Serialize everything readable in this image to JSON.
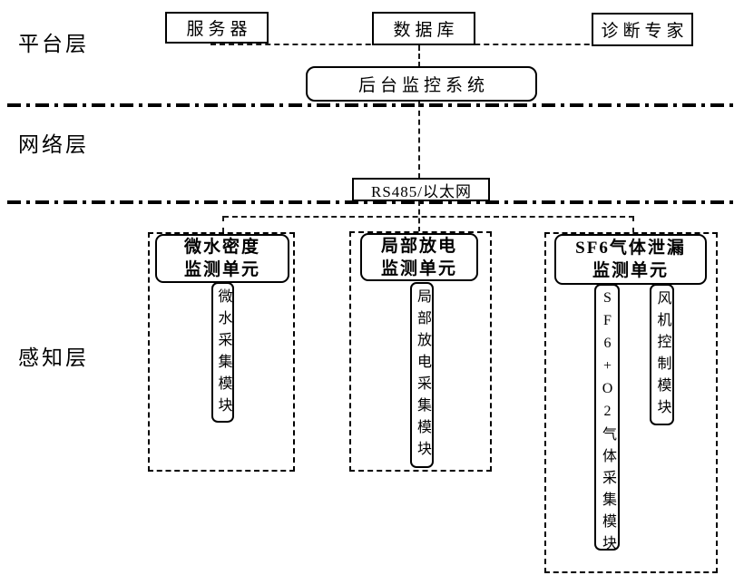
{
  "colors": {
    "ink": "#000000",
    "background": "#ffffff"
  },
  "layers": {
    "platform": {
      "label": "平台层"
    },
    "network": {
      "label": "网络层"
    },
    "perception": {
      "label": "感知层"
    }
  },
  "platform": {
    "server": "服务器",
    "database": "数据库",
    "expert": "诊断专家",
    "monitor_system": "后台监控系统"
  },
  "network": {
    "bus": "RS485/以太网"
  },
  "perception": {
    "units": [
      {
        "title_line1": "微水密度",
        "title_line2": "监测单元",
        "modules": [
          "微水采集模块"
        ]
      },
      {
        "title_line1": "局部放电",
        "title_line2": "监测单元",
        "modules": [
          "局部放电采集模块"
        ]
      },
      {
        "title_line1": "SF6气体泄漏",
        "title_line2": "监测单元",
        "modules": [
          "SF6+O2气体采集模块",
          "风机控制模块"
        ]
      }
    ]
  }
}
